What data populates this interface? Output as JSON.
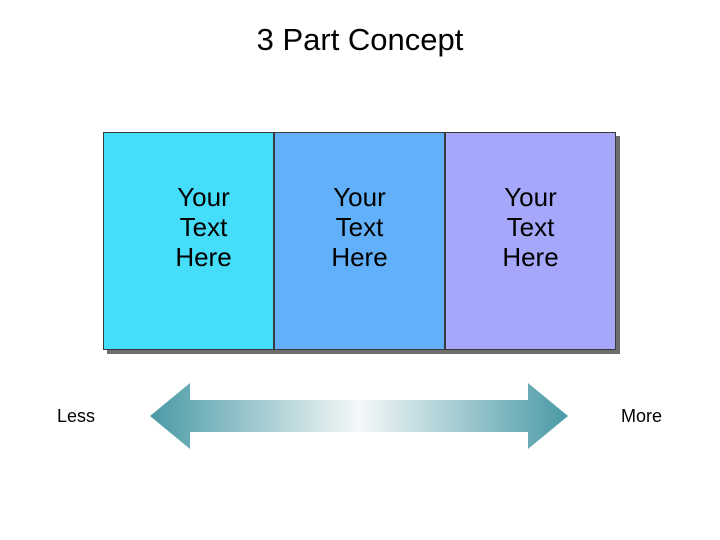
{
  "title": "3 Part Concept",
  "panels": [
    {
      "text": "Your\nText\nHere",
      "color": "#45ddfa"
    },
    {
      "text": "Your\nText\nHere",
      "color": "#62b0fa"
    },
    {
      "text": "Your\nText\nHere",
      "color": "#a5a8fa"
    }
  ],
  "scale": {
    "left_label": "Less",
    "right_label": "More",
    "arrow_end_color": "#4a9aa6",
    "arrow_mid_color": "#f4f8f8"
  }
}
